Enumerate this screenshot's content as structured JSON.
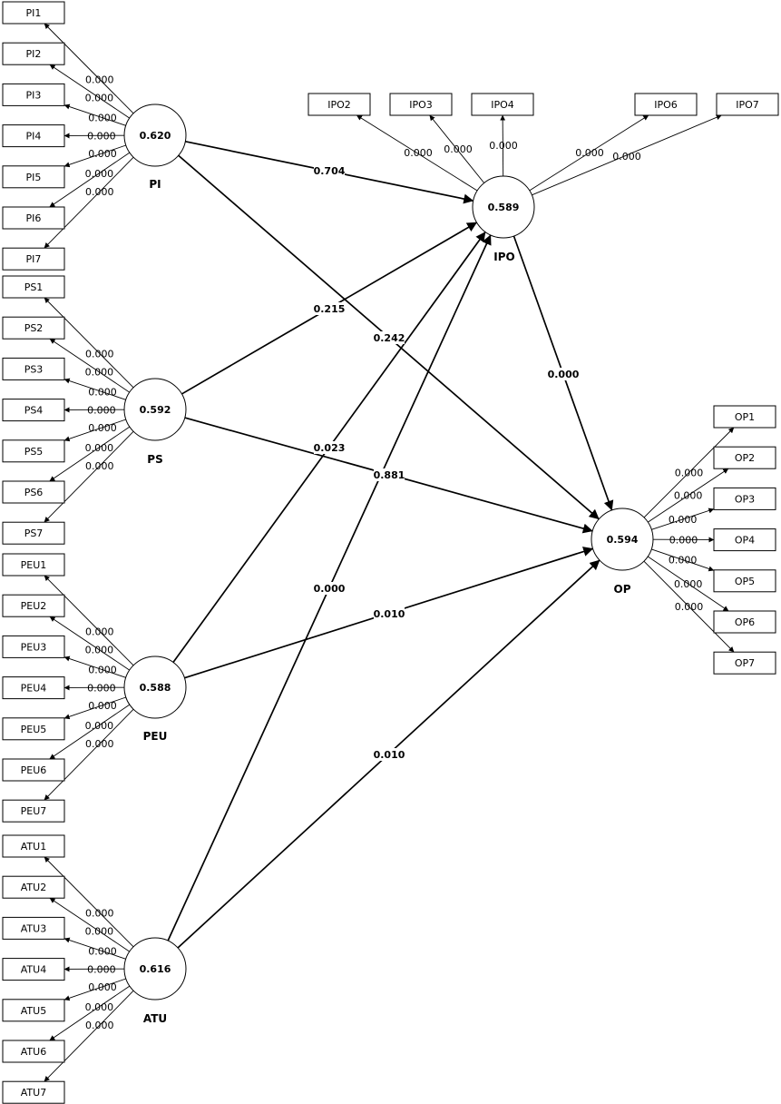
{
  "constructs": [
    {
      "id": "PI",
      "name": "PI",
      "value": "0.620",
      "indicators": [
        "PI1",
        "PI2",
        "PI3",
        "PI4",
        "PI5",
        "PI6",
        "PI7"
      ],
      "loadings": [
        "0.000",
        "0.000",
        "0.000",
        "0.000",
        "0.000",
        "0.000",
        "0.000"
      ]
    },
    {
      "id": "PS",
      "name": "PS",
      "value": "0.592",
      "indicators": [
        "PS1",
        "PS2",
        "PS3",
        "PS4",
        "PS5",
        "PS6",
        "PS7"
      ],
      "loadings": [
        "0.000",
        "0.000",
        "0.000",
        "0.000",
        "0.000",
        "0.000",
        "0.000"
      ]
    },
    {
      "id": "PEU",
      "name": "PEU",
      "value": "0.588",
      "indicators": [
        "PEU1",
        "PEU2",
        "PEU3",
        "PEU4",
        "PEU5",
        "PEU6",
        "PEU7"
      ],
      "loadings": [
        "0.000",
        "0.000",
        "0.000",
        "0.000",
        "0.000",
        "0.000",
        "0.000"
      ]
    },
    {
      "id": "ATU",
      "name": "ATU",
      "value": "0.616",
      "indicators": [
        "ATU1",
        "ATU2",
        "ATU3",
        "ATU4",
        "ATU5",
        "ATU6",
        "ATU7"
      ],
      "loadings": [
        "0.000",
        "0.000",
        "0.000",
        "0.000",
        "0.000",
        "0.000",
        "0.000"
      ]
    },
    {
      "id": "IPO",
      "name": "IPO",
      "value": "0.589",
      "indicators": [
        "IPO2",
        "IPO3",
        "IPO4",
        "IPO6",
        "IPO7"
      ],
      "loadings": [
        "0.000",
        "0.000",
        "0.000",
        "0.000",
        "0.000"
      ]
    },
    {
      "id": "OP",
      "name": "OP",
      "value": "0.594",
      "indicators": [
        "OP1",
        "OP2",
        "OP3",
        "OP4",
        "OP5",
        "OP6",
        "OP7"
      ],
      "loadings": [
        "0.000",
        "0.000",
        "0.000",
        "0.000",
        "0.000",
        "0.000",
        "0.000"
      ]
    }
  ],
  "paths": [
    {
      "from": "PI",
      "to": "IPO",
      "value": "0.704"
    },
    {
      "from": "PI",
      "to": "OP",
      "value": "0.242"
    },
    {
      "from": "PS",
      "to": "IPO",
      "value": "0.215"
    },
    {
      "from": "PS",
      "to": "OP",
      "value": "0.881"
    },
    {
      "from": "PEU",
      "to": "IPO",
      "value": "0.023"
    },
    {
      "from": "PEU",
      "to": "OP",
      "value": "0.010"
    },
    {
      "from": "ATU",
      "to": "IPO",
      "value": "0.000"
    },
    {
      "from": "ATU",
      "to": "OP",
      "value": "0.010"
    },
    {
      "from": "IPO",
      "to": "OP",
      "value": "0.000"
    }
  ]
}
